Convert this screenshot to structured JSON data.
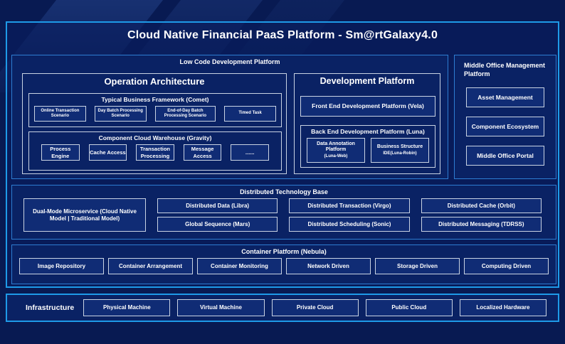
{
  "title": "Cloud Native Financial PaaS Platform - Sm@rtGalaxy4.0",
  "colors": {
    "background": "#081a52",
    "frame_border": "#1e9ae8",
    "section_border": "#2d7dd2",
    "box_border": "#c9d3e3",
    "text": "#ffffff"
  },
  "low_code": {
    "title": "Low Code Development Platform",
    "operation_architecture": {
      "title": "Operation Architecture",
      "typical_business_framework": {
        "title": "Typical Business Framework (Comet)",
        "items": [
          "Online Transaction Scenario",
          "Day Batch Processing Scenario",
          "End-of-Day Batch Processing Scenario",
          "Timed Task"
        ]
      },
      "component_cloud_warehouse": {
        "title": "Component Cloud Warehouse (Gravity)",
        "items": [
          "Process Engine",
          "Cache Access",
          "Transaction Processing",
          "Message Access",
          "......"
        ]
      }
    },
    "development_platform": {
      "title": "Development Platform",
      "front_end": "Front End Development Platform (Vela)",
      "back_end": {
        "title": "Back End Development Platform (Luna)",
        "items": [
          {
            "name": "Data Annotation Platform",
            "sub": "(Luna-Web)"
          },
          {
            "name": "Business Structure",
            "sub": "IDE(Luna-Robin)"
          }
        ]
      }
    }
  },
  "middle_office": {
    "title": "Middle Office Management Platform",
    "items": [
      "Asset Management",
      "Component Ecosystem",
      "Middle Office Portal"
    ]
  },
  "distributed": {
    "title": "Distributed Technology Base",
    "dual_mode": "Dual-Mode Microservice (Cloud Native Model | Traditional Model)",
    "grid_items": [
      "Distributed Data (Libra)",
      "Distributed Transaction (Virgo)",
      "Distributed Cache (Orbit)",
      "Global Sequence (Mars)",
      "Distributed Scheduling (Sonic)",
      "Distributed Messaging (TDRSS)"
    ]
  },
  "container_platform": {
    "title": "Container Platform (Nebula)",
    "items": [
      "Image Repository",
      "Container Arrangement",
      "Container Monitoring",
      "Network Driven",
      "Storage Driven",
      "Computing Driven"
    ]
  },
  "infrastructure": {
    "title": "Infrastructure",
    "items": [
      "Physical Machine",
      "Virtual Machine",
      "Private Cloud",
      "Public Cloud",
      "Localized Hardware"
    ]
  }
}
